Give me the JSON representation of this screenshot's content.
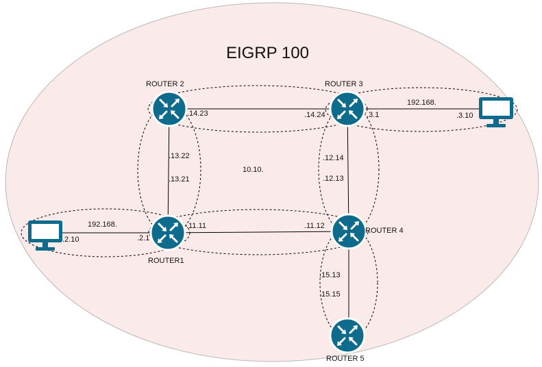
{
  "diagram": {
    "title": "EIGRP 100",
    "center_network": "10.10.",
    "routers": {
      "router1": "ROUTER1",
      "router2": "ROUTER 2",
      "router3": "ROUTER 3",
      "router4": "ROUTER 4",
      "router5": "ROUTER 5"
    },
    "links": {
      "r2_r3": {
        "a": ".14.23",
        "b": ".14.24"
      },
      "r2_r1": {
        "a": ".13.22",
        "b": ".13.21"
      },
      "r3_r4": {
        "a": ".12.14",
        "b": ".12.13"
      },
      "r1_r4": {
        "a": ".11.11",
        "b": ".11.12"
      },
      "r4_r5": {
        "a": ".15.13",
        "b": ".15.15"
      },
      "r3_pc": {
        "network": "192.168.",
        "router_if": ".3.1",
        "host": ".3.10"
      },
      "r1_pc": {
        "network": "192.168.",
        "router_if": ".2.1",
        "host": ".2.10"
      }
    },
    "colors": {
      "area_fill": "#fbeaea",
      "area_stroke": "#b8b8b8",
      "router_fill": "#0e6b8c",
      "router_ring": "#ffffff",
      "pc_fill": "#0e6b8c",
      "link": "#000000"
    }
  }
}
